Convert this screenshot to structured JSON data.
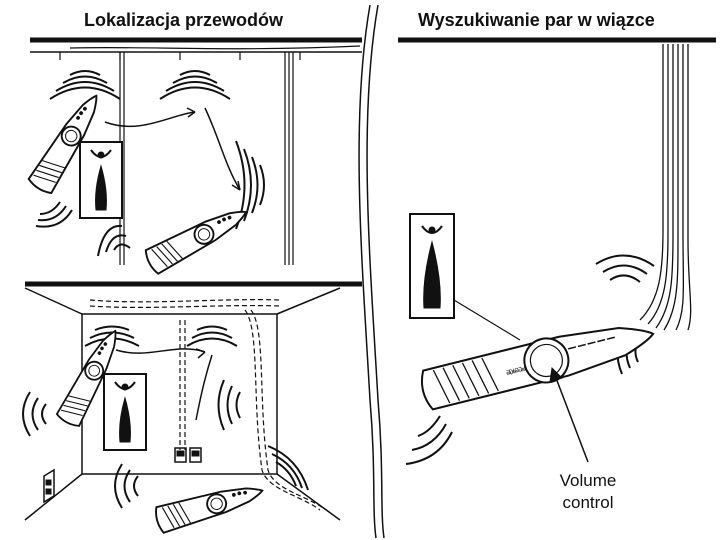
{
  "panels": {
    "left": {
      "title": "Lokalizacja przewodów"
    },
    "right": {
      "title": "Wyszukiwanie par w wiązce"
    }
  },
  "callout": {
    "line1": "Volume",
    "line2": "control"
  },
  "probe": {
    "brand": "FLUKE",
    "model": "networks"
  },
  "icons": [
    "speaker-icon",
    "sound-wave-icon",
    "signal-strength-icon",
    "tone-probe-icon",
    "wall-jack-icon"
  ],
  "colors": {
    "ink": "#111111",
    "paper": "#ffffff",
    "probe_body": "#ffffff"
  }
}
